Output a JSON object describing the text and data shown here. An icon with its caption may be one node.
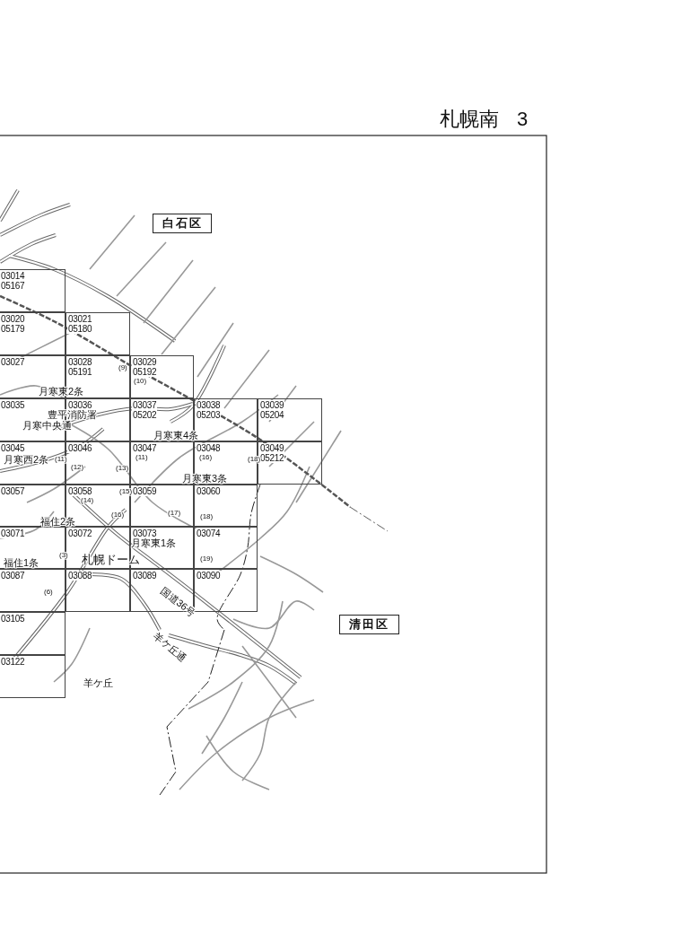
{
  "diagram": {
    "title": "札幌南 3",
    "nodes": [
      {
        "text": [
          "白石区"
        ]
      },
      {
        "text": [
          "03014",
          "05167"
        ]
      },
      {
        "text": [
          "03020",
          "05179"
        ]
      },
      {
        "text": [
          "03021",
          "05180"
        ]
      },
      {
        "text": [
          "03027"
        ]
      },
      {
        "text": [
          "03028",
          "05191"
        ]
      },
      {
        "text": [
          "03029",
          "05192"
        ]
      },
      {
        "text": [
          "03035"
        ]
      },
      {
        "text": [
          "03036"
        ]
      },
      {
        "text": [
          "03037",
          "05202"
        ]
      },
      {
        "text": [
          "03038",
          "05203"
        ]
      },
      {
        "text": [
          "03039",
          "05204"
        ]
      },
      {
        "text": [
          "03045"
        ]
      },
      {
        "text": [
          "03046"
        ]
      },
      {
        "text": [
          "03047"
        ]
      },
      {
        "text": [
          "03048"
        ]
      },
      {
        "text": [
          "03049",
          "05212"
        ]
      },
      {
        "text": [
          "03057"
        ]
      },
      {
        "text": [
          "03058"
        ]
      },
      {
        "text": [
          "03059"
        ]
      },
      {
        "text": [
          "03060"
        ]
      },
      {
        "text": [
          "03071"
        ]
      },
      {
        "text": [
          "03072"
        ]
      },
      {
        "text": [
          "03073"
        ]
      },
      {
        "text": [
          "03074"
        ]
      },
      {
        "text": [
          "03087"
        ]
      },
      {
        "text": [
          "03088"
        ]
      },
      {
        "text": [
          "03089"
        ]
      },
      {
        "text": [
          "03090"
        ]
      },
      {
        "text": [
          "03105"
        ]
      },
      {
        "text": [
          "03122"
        ]
      },
      {
        "text": [
          "清田区"
        ]
      }
    ],
    "labels": [
      "(9)",
      "(10)",
      "月寒東2条",
      "豊平消防署",
      "月寒中央通",
      "月寒東4条",
      "月寒西2条",
      "(11)",
      "(11)",
      "(16)",
      "(18)",
      "(12)",
      "(13)",
      "月寒東3条",
      "(15)",
      "(14)",
      "(16)",
      "(17)",
      "(18)",
      "福住2条",
      "月寒東1条",
      "(3)",
      "札幌ドーム",
      "(19)",
      "福住1条",
      "(6)",
      "国道36号",
      "羊ケ丘通",
      "羊ケ丘"
    ]
  }
}
